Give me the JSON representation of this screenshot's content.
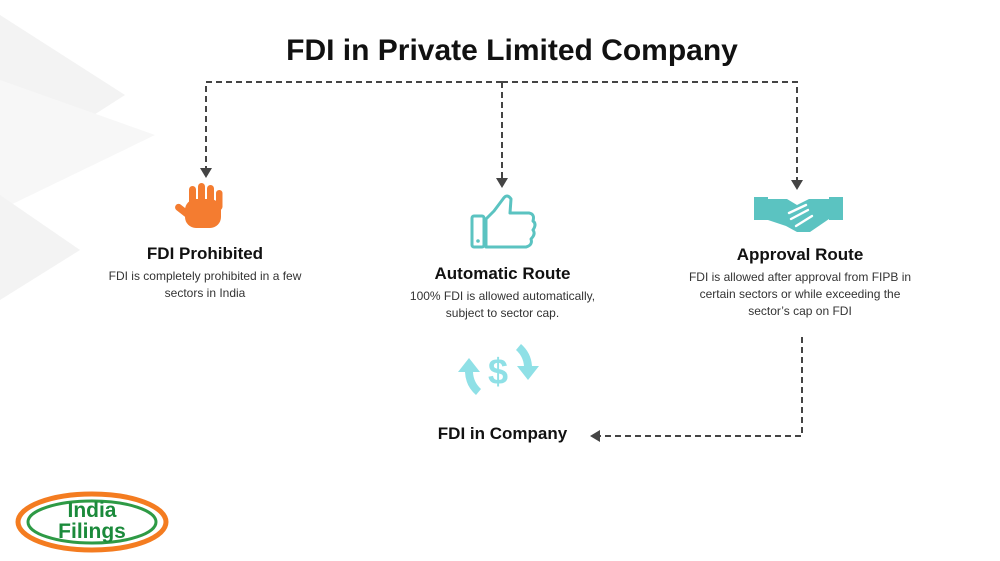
{
  "title": "FDI in Private Limited Company",
  "branches": [
    {
      "heading": "FDI Prohibited",
      "description_lines": [
        "FDI is completely prohibited in a few",
        "sectors in India"
      ],
      "icon": "raised-hand-icon",
      "color": "#f47c30"
    },
    {
      "heading": "Automatic Route",
      "description_lines": [
        "100% FDI is allowed automatically,",
        "subject to sector cap."
      ],
      "icon": "thumbs-up-icon",
      "color": "#5bc3c1"
    },
    {
      "heading": "Approval Route",
      "description_lines": [
        "FDI is allowed after approval from FIPB in",
        "certain sectors or while exceeding the",
        "sector’s cap on FDI"
      ],
      "icon": "handshake-icon",
      "color": "#5bc3c1"
    }
  ],
  "result": {
    "label": "FDI in Company",
    "icon": "dollar-cycle-icon",
    "color": "#8fe0e6"
  },
  "logo": {
    "line1": "India",
    "line2": "Filings"
  }
}
